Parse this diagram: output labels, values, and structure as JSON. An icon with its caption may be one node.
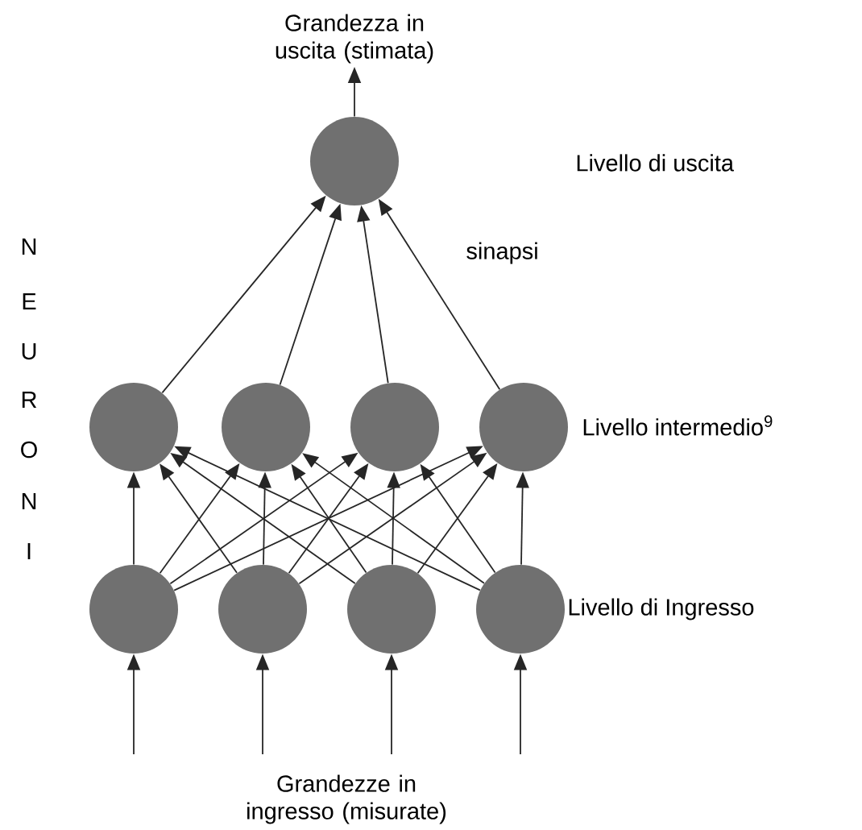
{
  "diagram": {
    "nodes": [
      {
        "text": [],
        "shape": "circle"
      },
      {
        "text": [],
        "shape": "circle"
      },
      {
        "text": [],
        "shape": "circle"
      },
      {
        "text": [],
        "shape": "circle"
      },
      {
        "text": [],
        "shape": "circle"
      },
      {
        "text": [],
        "shape": "circle"
      },
      {
        "text": [],
        "shape": "circle"
      },
      {
        "text": [],
        "shape": "circle"
      },
      {
        "text": [],
        "shape": "circle"
      },
      {
        "text": [
          "Grandezza in uscita (stimata)"
        ]
      }
    ],
    "edges": [
      {
        "from": 0,
        "to": 9,
        "arrow": "to"
      },
      {
        "from": 1,
        "to": 0,
        "arrow": "to"
      },
      {
        "from": 2,
        "to": 0,
        "arrow": "to"
      },
      {
        "from": 3,
        "to": 0,
        "arrow": "to"
      },
      {
        "from": 4,
        "to": 0,
        "arrow": "to"
      },
      {
        "from": 5,
        "to": 1,
        "arrow": "to"
      },
      {
        "from": 5,
        "to": 2,
        "arrow": "to"
      },
      {
        "from": 5,
        "to": 3,
        "arrow": "to"
      },
      {
        "from": 5,
        "to": 4,
        "arrow": "to"
      },
      {
        "from": 6,
        "to": 1,
        "arrow": "to"
      },
      {
        "from": 6,
        "to": 2,
        "arrow": "to"
      },
      {
        "from": 6,
        "to": 3,
        "arrow": "to"
      },
      {
        "from": 6,
        "to": 4,
        "arrow": "to"
      },
      {
        "from": 7,
        "to": 1,
        "arrow": "to"
      },
      {
        "from": 7,
        "to": 2,
        "arrow": "to"
      },
      {
        "from": 7,
        "to": 3,
        "arrow": "to"
      },
      {
        "from": 7,
        "to": 4,
        "arrow": "to"
      },
      {
        "from": 8,
        "to": 1,
        "arrow": "to"
      },
      {
        "from": 8,
        "to": 2,
        "arrow": "to"
      },
      {
        "from": 8,
        "to": 3,
        "arrow": "to"
      },
      {
        "from": 8,
        "to": 4,
        "arrow": "to"
      },
      {
        "from": null,
        "to": 5,
        "arrow": "to"
      },
      {
        "from": null,
        "to": 6,
        "arrow": "to"
      },
      {
        "from": null,
        "to": 7,
        "arrow": "to"
      },
      {
        "from": null,
        "to": 8,
        "arrow": "to"
      }
    ],
    "labels": [
      "Livello di uscita",
      "sinapsi",
      "Livello intermedio$^{9}$",
      "Livello di Ingresso",
      "N",
      "E",
      "U",
      "R",
      "O",
      "N",
      "I",
      "Grandezze in ingresso (misurate)"
    ]
  }
}
